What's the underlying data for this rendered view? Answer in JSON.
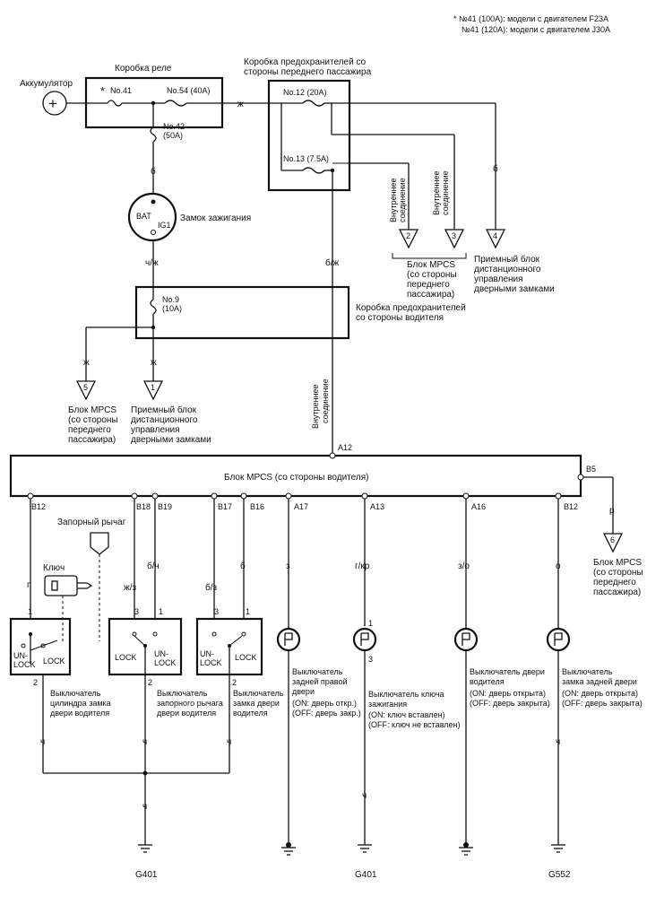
{
  "footnote": {
    "line1": "* №41 (100A): модели с двигателем F23A",
    "line2": "№41 (120A): модели с двигателем J30A"
  },
  "battery": {
    "label": "Аккумулятор",
    "symbol": "+"
  },
  "relay_box": {
    "title": "Коробка реле",
    "fuse41": "No.41",
    "fuse54": "No.54 (40A)",
    "fuse42a": "No.42",
    "fuse42b": "(50A)",
    "star": "*"
  },
  "passenger_fuse_box": {
    "title1": "Коробка предохранителей со",
    "title2": "стороны переднего пассажира",
    "fuse12": "No.12 (20A)",
    "fuse13": "No.13 (7.5A)"
  },
  "ignition": {
    "label": "Замок зажигания",
    "bat": "BAT",
    "ig1": "IG1"
  },
  "driver_fuse_box": {
    "title1": "Коробка предохранителей",
    "title2": "со стороны водителя",
    "fuse9a": "No.9",
    "fuse9b": "(10A)"
  },
  "wire_colors": {
    "zh": "ж",
    "b": "б",
    "ch_zh": "ч/ж",
    "b_zh": "б/ж",
    "zh_z": "ж/з",
    "b_ch": "б/ч",
    "b_z": "б/з",
    "z": "з",
    "g_kr": "г/кр",
    "z_o": "з/о",
    "o": "о",
    "g": "г",
    "ch": "ч",
    "r": "р"
  },
  "internal_connection": {
    "line1": "Внутреннее",
    "line2": "соединение"
  },
  "passenger_mpcs_top": {
    "line1": "Блок MPCS",
    "line2": "(со стороны",
    "line3": "переднего",
    "line4": "пассажира)"
  },
  "keyless_top": {
    "line1": "Приемный блок",
    "line2": "дистанционного",
    "line3": "управления",
    "line4": "дверными замками"
  },
  "passenger_mpcs_left": {
    "line1": "Блок MPCS",
    "line2": "(со стороны",
    "line3": "переднего",
    "line4": "пассажира)"
  },
  "keyless_left": {
    "line1": "Приемный блок",
    "line2": "дистанционного",
    "line3": "управления",
    "line4": "дверными замками"
  },
  "connector_refs": {
    "c2": "2",
    "c3": "3",
    "c4": "4",
    "c5": "5",
    "c1": "1",
    "c6": "6"
  },
  "driver_mpcs": {
    "title": "Блок MPCS (со стороны водителя)",
    "a12": "A12",
    "b5": "B5"
  },
  "pins": {
    "b12a": "B12",
    "b18": "B18",
    "b19": "B19",
    "b17": "B17",
    "b16": "B16",
    "a17": "A17",
    "a13": "A13",
    "a16": "A16",
    "b12b": "B12"
  },
  "passenger_mpcs_right": {
    "line1": "Блок MPCS",
    "line2": "(со стороны",
    "line3": "переднего",
    "line4": "пассажира)"
  },
  "lock_lever_label": "Запорный рычаг",
  "key_label": "Ключ",
  "switches": {
    "cyl": {
      "unlock1": "UN-",
      "unlock2": "LOCK",
      "lock": "LOCK",
      "p1": "1",
      "p2": "2",
      "l1": "Выключатель",
      "l2": "цилиндра замка",
      "l3": "двери водителя"
    },
    "lever": {
      "lock": "LOCK",
      "unlock1": "UN-",
      "unlock2": "LOCK",
      "p3": "3",
      "p1": "1",
      "p2": "2",
      "l1": "Выключатель",
      "l2": "запорного рычага",
      "l3": "двери водителя"
    },
    "door": {
      "unlock1": "UN-",
      "unlock2": "LOCK",
      "lock": "LOCK",
      "p3": "3",
      "p1": "1",
      "p2": "2",
      "l1": "Выключатель",
      "l2": "замка двери",
      "l3": "водителя"
    },
    "rear_right": {
      "l1": "Выключатель",
      "l2": "задней правой",
      "l3": "двери",
      "l4": "(ON: дверь откр.)",
      "l5": "(OFF: дверь закр.)"
    },
    "key_sw": {
      "p1": "1",
      "p3": "3",
      "l1": "Выключатель ключа",
      "l2": "зажигания",
      "l3": "(ON: ключ вставлен)",
      "l4": "(OFF: ключ не вставлен)"
    },
    "driver_door": {
      "l1": "Выключатель двери",
      "l2": "водителя",
      "l3": "(ON: дверь открыта)",
      "l4": "(OFF: дверь закрыта)"
    },
    "rear_door": {
      "l1": "Выключатель",
      "l2": "замка задней двери",
      "l3": "(ON: дверь открыта)",
      "l4": "(OFF: дверь закрыта)"
    }
  },
  "grounds": {
    "g401a": "G401",
    "g401b": "G401",
    "g552": "G552"
  }
}
